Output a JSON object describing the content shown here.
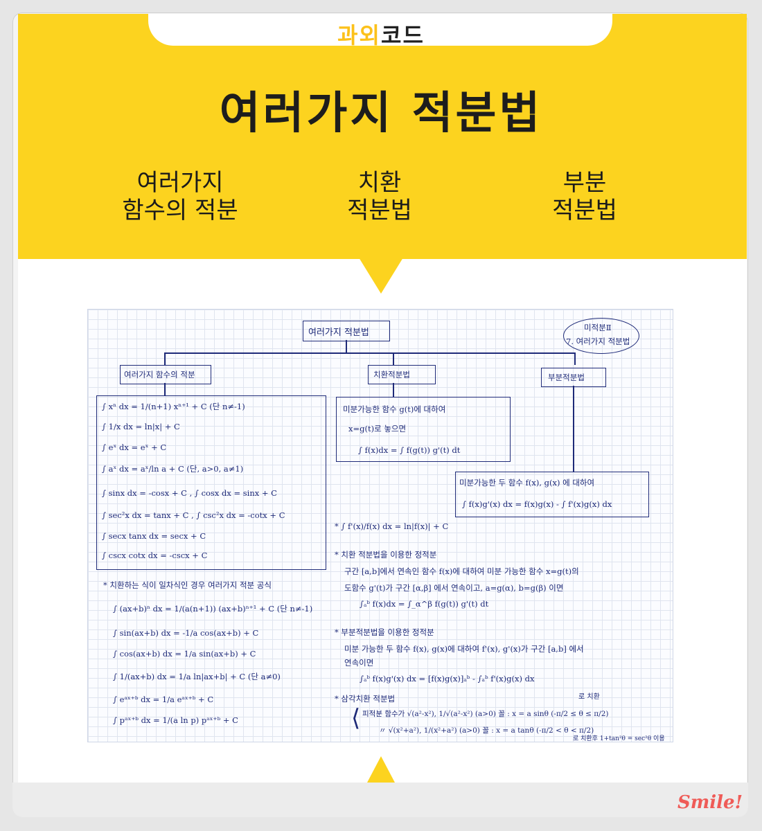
{
  "header": {
    "brand_part1": "과외",
    "brand_part2": "코드",
    "title": "여러가지 적분법"
  },
  "categories": [
    {
      "line1": "여러가지",
      "line2": "함수의 적분"
    },
    {
      "line1": "치환",
      "line2": "적분법"
    },
    {
      "line1": "부분",
      "line2": "적분법"
    }
  ],
  "notes": {
    "root": "여러가지 적분법",
    "badge_line1": "미적분Ⅱ",
    "badge_line2": "7. 여러가지 적분법",
    "branch_left": "여러가지 함수의 적분",
    "branch_mid": "치환적분법",
    "branch_right": "부분적분법",
    "left_formulas": [
      "∫ xⁿ dx = 1/(n+1) xⁿ⁺¹ + C  (단 n≠-1)",
      "∫ 1/x dx = ln|x| + C",
      "∫ eˣ dx = eˣ + C",
      "∫ aˣ dx = aˣ/ln a + C  (단, a>0, a≠1)",
      "∫ sinx dx = -cosx + C ,  ∫ cosx dx = sinx + C",
      "∫ sec²x dx = tanx + C ,  ∫ csc²x dx = -cotx + C",
      "∫ secx tanx dx = secx + C",
      "∫ cscx cotx dx = -cscx + C"
    ],
    "linear_title": "* 치환하는 식이 일차식인 경우 여러가지 적분 공식",
    "linear_formulas": [
      "∫ (ax+b)ⁿ dx = 1/(a(n+1)) (ax+b)ⁿ⁺¹ + C  (단 n≠-1)",
      "∫ sin(ax+b) dx = -1/a cos(ax+b) + C",
      "∫ cos(ax+b) dx = 1/a sin(ax+b) + C",
      "∫ 1/(ax+b) dx = 1/a ln|ax+b| + C  (단 a≠0)",
      "∫ eᵃˣ⁺ᵇ dx = 1/a eᵃˣ⁺ᵇ + C",
      "∫ pᵃˣ⁺ᵇ dx = 1/(a ln p) pᵃˣ⁺ᵇ + C"
    ],
    "sub_lines": [
      "미분가능한 함수 g(t)에 대하여",
      "x=g(t)로 놓으면",
      "∫ f(x)dx = ∫ f(g(t)) g'(t) dt"
    ],
    "part_lines": [
      "미분가능한 두 함수 f(x), g(x) 에 대하여",
      "∫ f(x)g'(x) dx = f(x)g(x) - ∫ f'(x)g(x) dx"
    ],
    "log_formula": "* ∫ f'(x)/f(x) dx = ln|f(x)| + C",
    "def_sub": [
      "* 치환 적분법을 이용한 정적분",
      "구간 [a,b]에서 연속인 함수 f(x)에 대하여  미분 가능한 함수 x=g(t)의",
      "도함수 g'(t)가 구간 [α,β] 에서 연속이고,   a=g(α),  b=g(β) 이면",
      "∫ₐᵇ f(x)dx = ∫_α^β f(g(t)) g'(t) dt"
    ],
    "def_part": [
      "* 부분적분법을 이용한 정적분",
      "미분 가능한 두 함수 f(x), g(x)에 대하여  f'(x), g'(x)가 구간 [a,b] 에서",
      "연속이면",
      "∫ₐᵇ f(x)g'(x) dx = [f(x)g(x)]ₐᵇ - ∫ₐᵇ f'(x)g(x) dx"
    ],
    "trig": [
      "* 삼각치환 적분법",
      "피적분 함수가 √(a²-x²), 1/√(a²-x²)  (a>0) 꼴  :  x = a sinθ  (-π/2 ≤ θ ≤ π/2)",
      "〃        √(x²+a²), 1/(x²+a²)  (a>0) 꼴  :  x = a tanθ  (-π/2 < θ < π/2)",
      "로 치환",
      "로 치환후  1+tan²θ = sec²θ 이용"
    ]
  },
  "footer": {
    "logo": "Smile!"
  },
  "colors": {
    "accent": "#fcd31f",
    "ink": "#1e2a78",
    "smile": "#ef5b57"
  }
}
